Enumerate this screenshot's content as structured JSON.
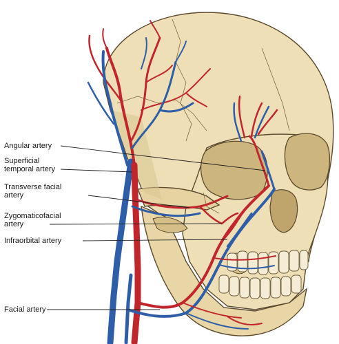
{
  "labels": {
    "angular": "Angular artery",
    "superficial_temporal_line1": "Superficial",
    "superficial_temporal_line2": "temporal artery",
    "transverse_facial_line1": "Transverse facial",
    "transverse_facial_line2": "artery",
    "zygomaticofacial_line1": "Zygomaticofacial",
    "zygomaticofacial_line2": "artery",
    "infraorbital": "Infraorbital artery",
    "facial": "Facial artery"
  },
  "colors": {
    "bone": "#eedfb6",
    "bone_shadow": "#d9c48f",
    "orbit": "#cdb57e",
    "artery": "#c0262b",
    "vein": "#2f5ea8",
    "tooth": "#f4ecd4"
  }
}
